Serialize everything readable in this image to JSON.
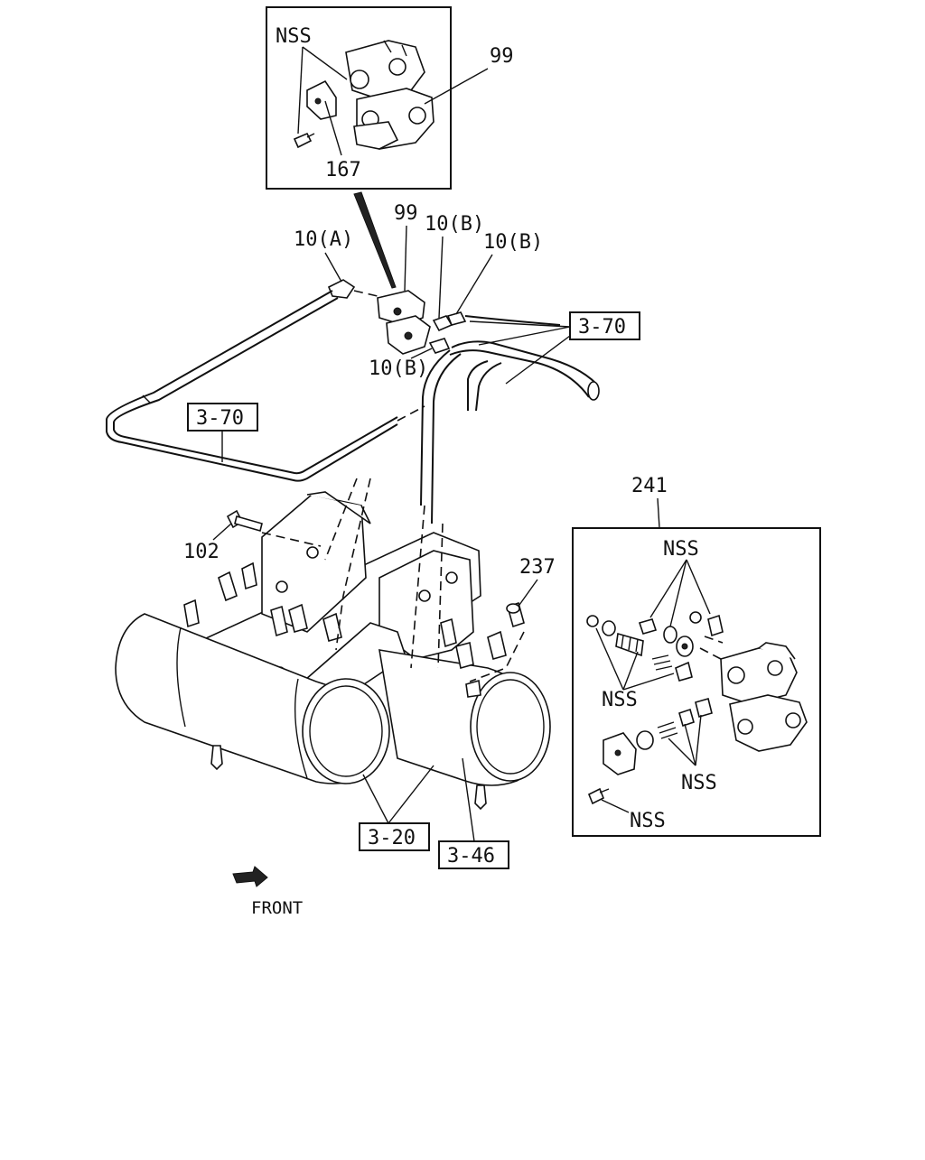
{
  "callouts": {
    "nss_top": "NSS",
    "part_99_inset": "99",
    "part_167": "167",
    "part_99": "99",
    "part_10a": "10(A)",
    "part_10b_1": "10(B)",
    "part_10b_2": "10(B)",
    "part_10b_3": "10(B)",
    "ref_3_70_top": "3-70",
    "ref_3_70_left": "3-70",
    "part_102": "102",
    "part_237": "237",
    "part_241": "241",
    "nss_kit_top": "NSS",
    "nss_kit_left": "NSS",
    "nss_kit_right": "NSS",
    "nss_kit_bottom": "NSS",
    "ref_3_20": "3-20",
    "ref_3_46": "3-46",
    "front": "FRONT"
  }
}
